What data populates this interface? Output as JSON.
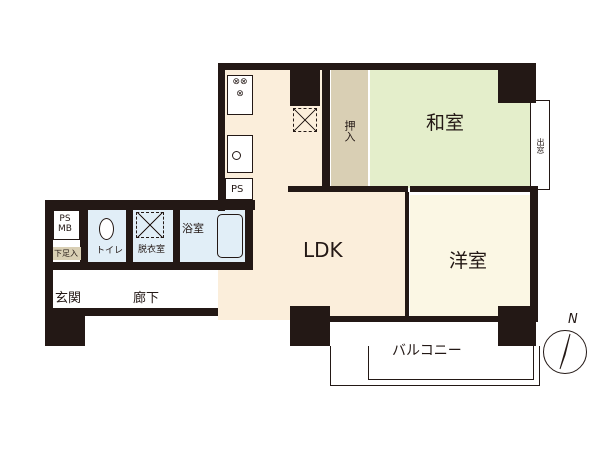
{
  "rooms": {
    "washitsu": "和室",
    "oshiire": "押入",
    "demado": "出窓",
    "ps_kitchen": "PS",
    "ldk": "LDK",
    "youshitsu": "洋室",
    "balcony": "バルコニー",
    "ps_mb": "PS\nMB",
    "getabako": "下足入",
    "toilet": "トイレ",
    "datsuijo": "脱衣室",
    "yokushitsu": "浴室",
    "genkan": "玄関",
    "rouka": "廊下"
  },
  "compass": {
    "north_label": "N"
  },
  "colors": {
    "wall": "#231815",
    "ldk": "#fbeedb",
    "washitsu": "#e4eecb",
    "youshitsu": "#fbf7e4",
    "oshiire": "#d9cfb4",
    "wet_area": "#e1eef7"
  }
}
